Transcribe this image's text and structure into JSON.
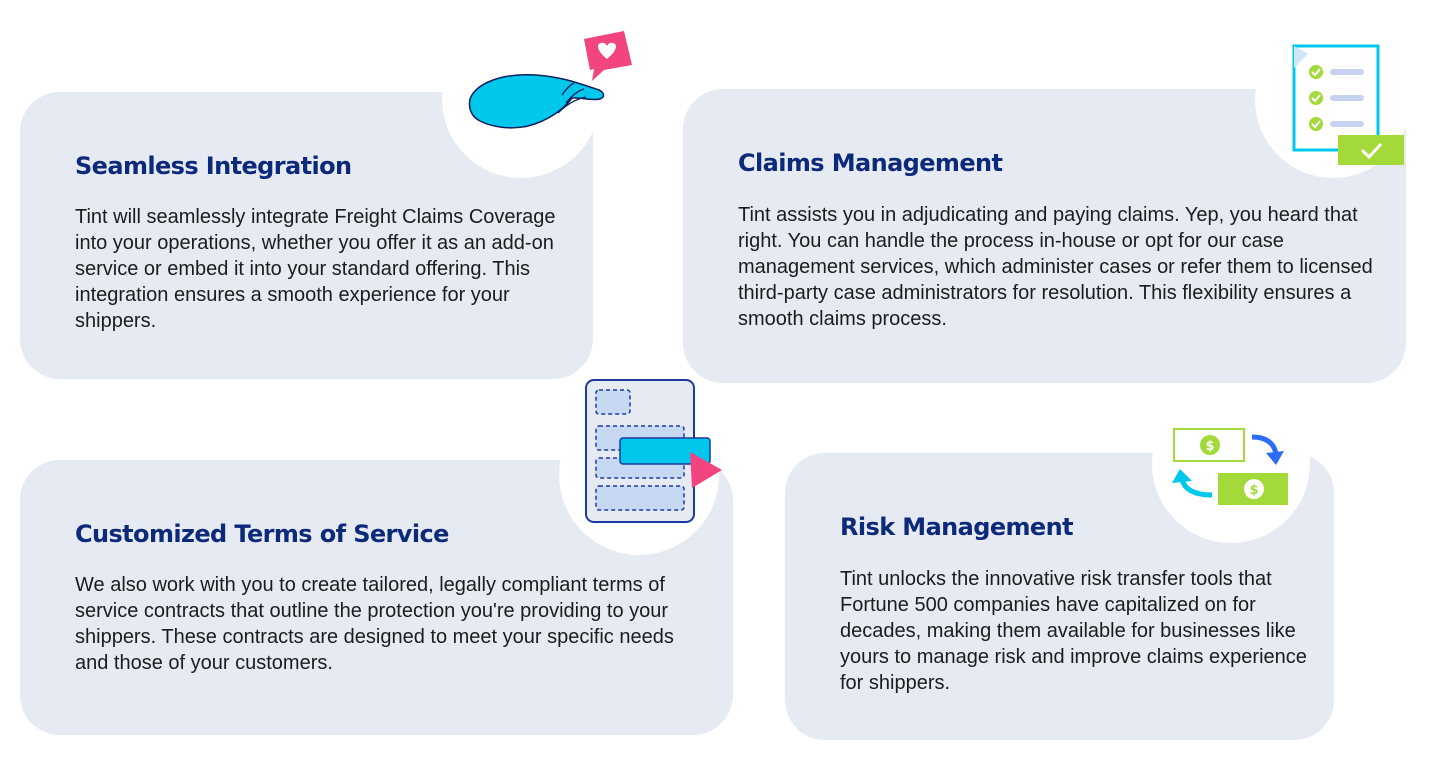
{
  "cards": {
    "seamless": {
      "title": "Seamless Integration",
      "body": "Tint will seamlessly integrate Freight Claims Coverage into your operations, whether you offer it as an add-on service or embed it into your standard offering. This integration ensures a smooth experience for your shippers.",
      "icon": "hand-heart-icon"
    },
    "claims": {
      "title": "Claims Management",
      "body": "Tint assists you in adjudicating and paying claims. Yep, you heard that right. You can handle the process in-house or opt for our case management services, which administer cases or refer them to licensed third-party case administrators for resolution. This flexibility ensures a smooth claims process.",
      "icon": "checklist-icon"
    },
    "terms": {
      "title": "Customized Terms of Service",
      "body": "We also work with you to create tailored, legally compliant terms of service contracts that outline the protection you're providing to your shippers. These contracts are designed to meet your specific needs and those of your customers.",
      "icon": "form-builder-icon"
    },
    "risk": {
      "title": "Risk Management",
      "body": "Tint unlocks the innovative risk transfer tools that Fortune 500 companies have capitalized on for decades, making them available for businesses like yours to manage risk and improve claims experience for shippers.",
      "icon": "money-exchange-icon"
    }
  },
  "colors": {
    "card_bg": "#e6eaf3",
    "title": "#0d2a7a",
    "body": "#1c1c1c",
    "cyan": "#00c8ec",
    "pink": "#f2457f",
    "lime": "#a3d939",
    "blue": "#2d6cf6"
  }
}
